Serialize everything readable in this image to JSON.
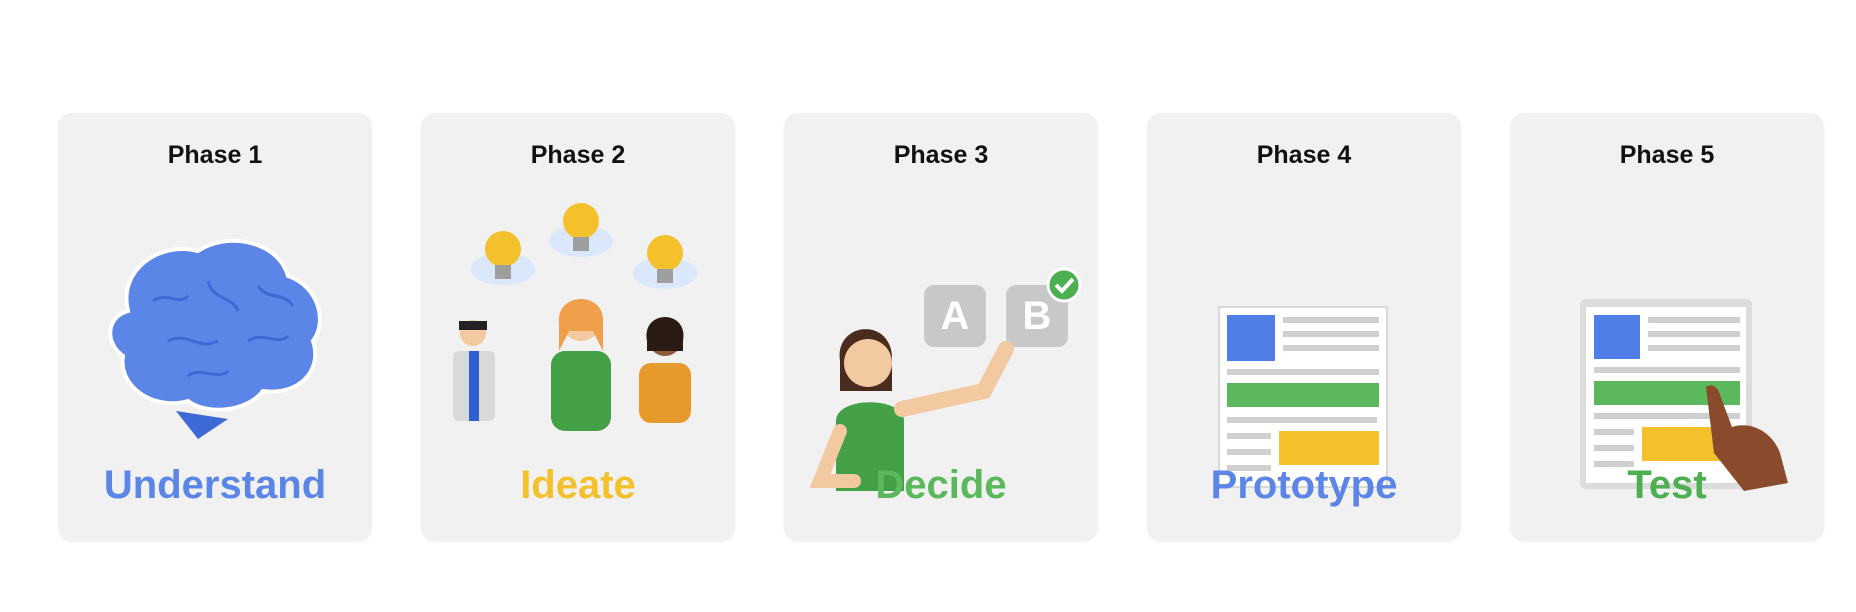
{
  "phases": [
    {
      "phase": "Phase 1",
      "name": "Understand",
      "color": "#5b85e6",
      "icon": "brain-icon"
    },
    {
      "phase": "Phase 2",
      "name": "Ideate",
      "color": "#f4c12d",
      "icon": "ideas-people-icon"
    },
    {
      "phase": "Phase 3",
      "name": "Decide",
      "color": "#5cb85c",
      "icon": "person-choosing-icon"
    },
    {
      "phase": "Phase 4",
      "name": "Prototype",
      "color": "#5b85e6",
      "icon": "wireframe-page-icon"
    },
    {
      "phase": "Phase 5",
      "name": "Test",
      "color": "#4caf50",
      "icon": "hand-testing-icon"
    }
  ],
  "decide": {
    "option_a": "A",
    "option_b": "B"
  }
}
